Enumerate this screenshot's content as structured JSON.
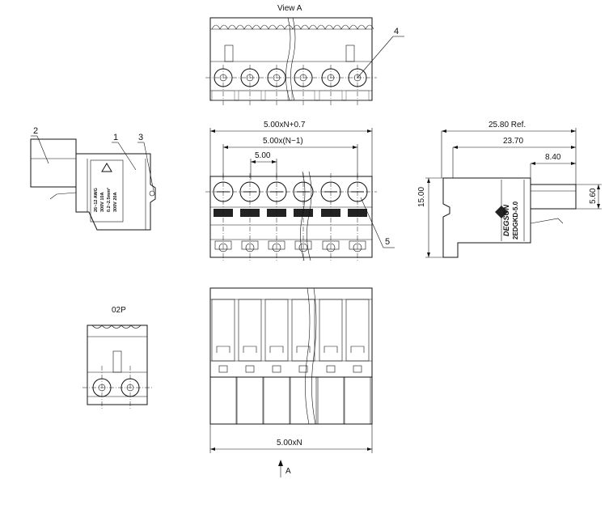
{
  "view_title": "View A",
  "view_arrow_label": "A",
  "variant_label": "02P",
  "callouts": [
    "1",
    "2",
    "3",
    "4",
    "5"
  ],
  "dimensions": {
    "overall_pitch_plus": "5.00xN+0.7",
    "pitch_n_minus_1": "5.00x(N−1)",
    "pitch": "5.00",
    "overall_pitch": "5.00xN",
    "ref_length": "25.80  Ref.",
    "length_23_70": "23.70",
    "length_8_40": "8.40",
    "height_15_00": "15.00",
    "height_5_60": "5.60"
  },
  "side_label": {
    "brand": "DEGSON",
    "model": "2EDGKD-5.0"
  },
  "plug_label_lines": [
    "300V 20A",
    "0.2~2.5mm²",
    "300V 10A",
    "26~12 AWG"
  ]
}
